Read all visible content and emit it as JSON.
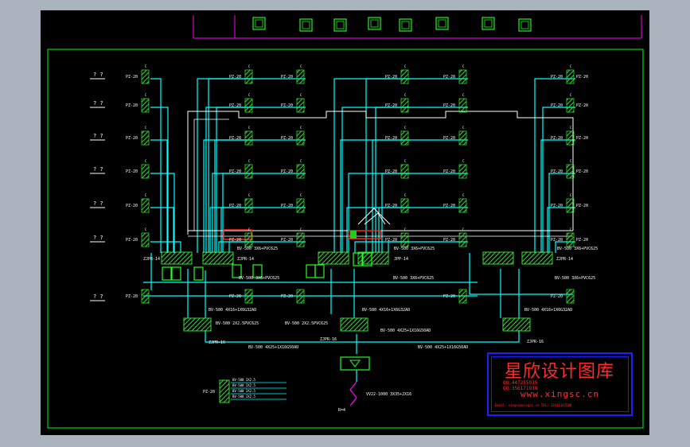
{
  "drawing": {
    "panel_label": "PZ-20",
    "panel_label_alt": "PZ-20",
    "floor_markers": [
      "? ?",
      "? ?",
      "? ?",
      "? ?",
      "? ?",
      "? ?",
      "? ?"
    ],
    "box_labels": {
      "left": "ZJPR-14",
      "left_b": "ZJPR-14",
      "mid": "JPP-14",
      "right": "ZJPR-14",
      "main_left": "ZJPR-16",
      "main_mid": "ZJPR-16",
      "main_right": "ZJPR-16"
    },
    "cable_labels": [
      "BV-500 3X6+PVC625",
      "BV-500 3X6+PVC625",
      "BV-500 3X6+PVC625",
      "BV-500 3X6+PVC625",
      "BV-500 4X16+1X6G32AD",
      "BV-500 4X16+1X6G32AD",
      "BV-500 4X16+1X6G32AD",
      "BV-500 2X2.5PVC625",
      "BV-500 2X2.5PVC625",
      "BV-500 4X25+1X16G50AD",
      "BV-500 4X25+1X16G50AD",
      "BV-500 4X25+1X16G50AD",
      "VV22-1000 3X35+2X16"
    ],
    "ground_label": "R=4",
    "legend": {
      "panel": "PZ-20",
      "rows": [
        "BV-500 2X2.5",
        "BV-500 2X2.5",
        "BV-500 2X2.5",
        "BV-500 2X2.5"
      ]
    }
  },
  "watermark": {
    "title": "星欣设计图库",
    "qq_line": "QQ:447255935",
    "qq_line2": "QQ:356171938",
    "url": "www.xingsc.cn",
    "footer": "Email: xingsc@xingsc.cn  TEL: 13411142588"
  },
  "colors": {
    "background": "#000000",
    "frame": "#00ff00",
    "wire": "#00ffff",
    "panel": "#33cc33",
    "title_block": "#ff00ff",
    "brand": "#ff2b2b",
    "brand_border": "#1d1dff"
  }
}
